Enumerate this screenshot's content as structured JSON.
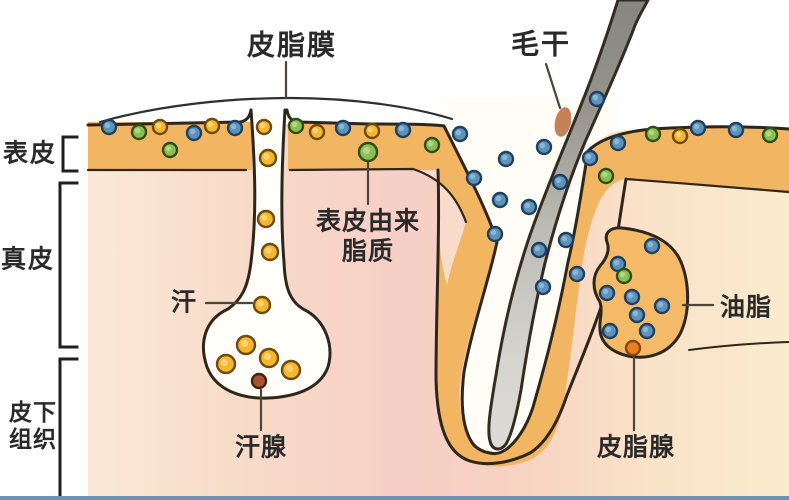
{
  "diagram": {
    "title_context": "skin cross-section anatomy diagram",
    "labels": {
      "sebum_film": "皮脂膜",
      "hair_shaft": "毛干",
      "epidermis": "表皮",
      "dermis": "真皮",
      "subcutaneous_line1": "皮下",
      "subcutaneous_line2": "组织",
      "epidermis_derived_line1": "表皮由来",
      "epidermis_derived_line2": "脂质",
      "sweat": "汗",
      "sweat_gland": "汗腺",
      "sebaceous_gland": "皮脂腺",
      "sebum_oil": "油脂"
    },
    "colors": {
      "epidermis_orange": "#f2b562",
      "canal_white": "#fffdf6",
      "duct_white": "#fffef8",
      "outline_dark": "#2e261b",
      "pointer_dark": "#4e443a",
      "bracket_dark": "#1f1f1f",
      "pink_patch": "#f8dbcb",
      "bottom_bar_blue": "#6d92b8",
      "hair_spot_brown": "#c0764a"
    },
    "dot_styles": {
      "b": {
        "name": "sebum-particle-blue",
        "fill": "#5d92ba",
        "stroke": "#1f3f5e",
        "inner": "#8ab6d2"
      },
      "g": {
        "name": "lipid-particle-green",
        "fill": "#8cbf52",
        "stroke": "#2f4d17",
        "inner": "#b2d687"
      },
      "y": {
        "name": "sweat-particle-yellow",
        "fill": "#f6b72f",
        "stroke": "#6d4a0e",
        "inner": "#fbd46e"
      },
      "br": {
        "name": "sweat-gland-duct-dot-brown",
        "fill": "#a8542c",
        "stroke": "#43200e"
      },
      "o": {
        "name": "sebaceous-duct-dot-orange",
        "fill": "#e8821f",
        "stroke": "#8a4612"
      }
    },
    "particles": [
      [
        109,
        127,
        7,
        "b"
      ],
      [
        139,
        132,
        7,
        "g"
      ],
      [
        160,
        127,
        7,
        "y"
      ],
      [
        194,
        133,
        7,
        "b"
      ],
      [
        212,
        126,
        7,
        "y"
      ],
      [
        235,
        128,
        7,
        "b"
      ],
      [
        264,
        127,
        7,
        "y"
      ],
      [
        170,
        150,
        7,
        "g"
      ],
      [
        296,
        126,
        7,
        "g"
      ],
      [
        317,
        132,
        7,
        "y"
      ],
      [
        343,
        128,
        7,
        "b"
      ],
      [
        372,
        131,
        7,
        "y"
      ],
      [
        403,
        130,
        7,
        "b"
      ],
      [
        432,
        145,
        7,
        "g"
      ],
      [
        460,
        134,
        7,
        "b"
      ],
      [
        368,
        152,
        9,
        "g"
      ],
      [
        268,
        158,
        8,
        "y"
      ],
      [
        266,
        219,
        8,
        "y"
      ],
      [
        270,
        252,
        8,
        "y"
      ],
      [
        262,
        305,
        8,
        "y"
      ],
      [
        246,
        345,
        9,
        "y"
      ],
      [
        226,
        364,
        9,
        "y"
      ],
      [
        269,
        358,
        9,
        "y"
      ],
      [
        291,
        370,
        9,
        "y"
      ],
      [
        259,
        381,
        7,
        "br"
      ],
      [
        474,
        178,
        7,
        "b"
      ],
      [
        506,
        159,
        7,
        "b"
      ],
      [
        500,
        200,
        7,
        "b"
      ],
      [
        529,
        207,
        7,
        "b"
      ],
      [
        495,
        234,
        7,
        "b"
      ],
      [
        539,
        250,
        7,
        "b"
      ],
      [
        566,
        240,
        7,
        "b"
      ],
      [
        577,
        274,
        7,
        "b"
      ],
      [
        543,
        287,
        7,
        "b"
      ],
      [
        597,
        99,
        7,
        "b"
      ],
      [
        544,
        147,
        7,
        "b"
      ],
      [
        560,
        182,
        7,
        "b"
      ],
      [
        590,
        158,
        7,
        "b"
      ],
      [
        606,
        176,
        7,
        "g"
      ],
      [
        618,
        143,
        7,
        "b"
      ],
      [
        653,
        134,
        7,
        "g"
      ],
      [
        680,
        136,
        7,
        "y"
      ],
      [
        698,
        128,
        7,
        "b"
      ],
      [
        736,
        130,
        7,
        "b"
      ],
      [
        770,
        135,
        7,
        "g"
      ],
      [
        652,
        246,
        7,
        "b"
      ],
      [
        618,
        264,
        7,
        "b"
      ],
      [
        624,
        276,
        7,
        "g"
      ],
      [
        607,
        293,
        7,
        "b"
      ],
      [
        632,
        297,
        7,
        "b"
      ],
      [
        662,
        306,
        7,
        "b"
      ],
      [
        637,
        315,
        7,
        "b"
      ],
      [
        610,
        331,
        7,
        "b"
      ],
      [
        647,
        331,
        7,
        "b"
      ],
      [
        633,
        348,
        7,
        "o"
      ]
    ]
  }
}
